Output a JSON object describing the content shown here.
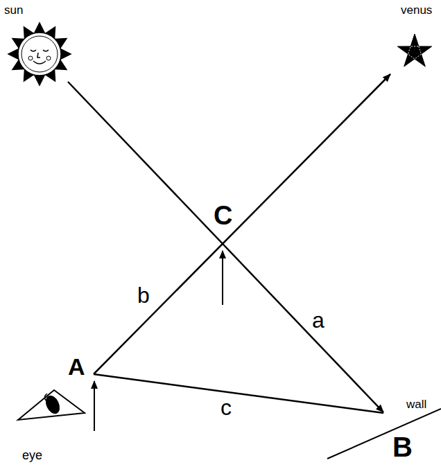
{
  "diagram": {
    "labels": [
      "sun",
      "venus",
      "C",
      "b",
      "a",
      "A",
      "c",
      "eye",
      "wall",
      "B"
    ]
  }
}
